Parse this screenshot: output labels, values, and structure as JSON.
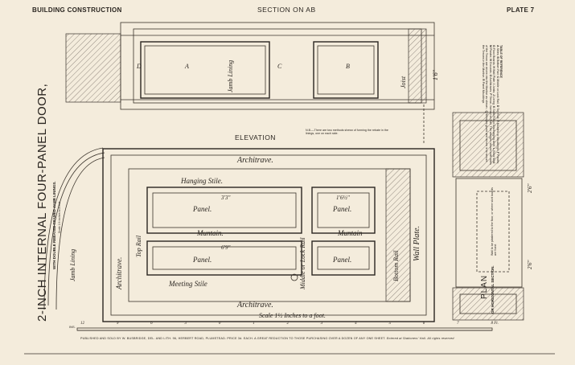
{
  "header": {
    "series_title": "BUILDING CONSTRUCTION",
    "section_title": "SECTION ON AB",
    "plate": "PLATE 7"
  },
  "side_title": {
    "main": "2-INCH INTERNAL FOUR-PANEL DOOR,",
    "sub": "WITH DOUBLE REBATED FRAMED JAMB LININGS.",
    "scale_note": "Scale 1½ inches to a foot."
  },
  "elevation": {
    "title": "ELEVATION",
    "note": "N.B.—There are two methods shewn of forming the rebate in the linings, one on each side.",
    "labels": {
      "architrave_top": "Architrave.",
      "architrave_bottom": "Architrave.",
      "architrave_left": "Architrave.",
      "hanging_stile": "Hanging Stile.",
      "panel_tl": "Panel.",
      "panel_bl": "Panel.",
      "panel_tr": "Panel.",
      "panel_br": "Panel.",
      "muntain_left": "Muntain.",
      "muntain_right": "Muntain",
      "meeting_stile": "Meeting Stile",
      "top_rail": "Top Rail",
      "middle_rail": "Middle or Lock Rail",
      "bottom_rail": "Bottom Rail",
      "wall_plate": "Wall Plate.",
      "jamb_lining": "Jamb Lining"
    },
    "dimensions": {
      "tl_panel_width": "3'3\"",
      "tr_panel_width": "1'6½\"",
      "bl_panel_width": "6'9\""
    },
    "scale_caption": "Scale 1½ Inches to a foot.",
    "scale_ticks": [
      "12",
      "9",
      "6",
      "3",
      "0",
      "1",
      "2",
      "3",
      "4",
      "5",
      "6",
      "7",
      "8 Ft."
    ],
    "scale_left_label": "INS."
  },
  "section": {
    "letters": [
      "A",
      "B",
      "C",
      "D"
    ],
    "dimension": "1'6\"",
    "joist_label": "Joist",
    "jamb_label": "Jamb Lining"
  },
  "plan": {
    "title": "PLAN",
    "subtitle": "OR HORIZONTAL SECTION.",
    "dims": [
      "2'6\"",
      "2'6\""
    ],
    "note": "Wall to be plastered to the floor, or where skirt boards are fixed."
  },
  "reference_table": {
    "title": "TABLE OF REFERENCE",
    "entries": [
      {
        "key": "A",
        "text": "Stiles"
      },
      {
        "key": "B",
        "text": "Bottom Rail"
      },
      {
        "key": "C",
        "text": "Middle or Lock Rail"
      },
      {
        "key": "D",
        "text": "Top Rail"
      },
      {
        "key": "E",
        "text": "Muntins or Mouldings"
      },
      {
        "key": "F",
        "text": "Panels"
      },
      {
        "key": "G",
        "text": "Floor Boards"
      },
      {
        "key": "H",
        "text": "Wall Plate"
      },
      {
        "key": "I",
        "text": "Joists"
      },
      {
        "key": "J",
        "text": "Lining"
      },
      {
        "key": "K",
        "text": "Solid Rib or Discharging Arch"
      },
      {
        "key": "L",
        "text": "Brick Wall"
      },
      {
        "key": "M",
        "text": "Plaster"
      },
      {
        "key": "N",
        "text": "Grounds"
      },
      {
        "key": "O",
        "text": "Architraves"
      },
      {
        "key": "P",
        "text": "Tenon, formed on Rail. The wedges shewn both sides of the Tenon are driven into the Mortise as shewn."
      },
      {
        "key": "Q",
        "text": "Wedges glued and driven in to secure the Tenons in the Mortise"
      },
      {
        "key": "R",
        "text": "Panel Mouldings"
      }
    ]
  },
  "footer": {
    "publisher": "PUBLISHED AND SOLD BY W. BUSBRIDGE, DEL. AND LITH.  96, HERBERT ROAD, PLUMSTEAD. PRICE 3d. EACH.  A GREAT REDUCTION TO THOSE PURCHASING OVER A DOZEN OF ANY ONE SHEET.",
    "entered": "Entered at Stationers' Hall.",
    "rights": "All rights reserved"
  }
}
